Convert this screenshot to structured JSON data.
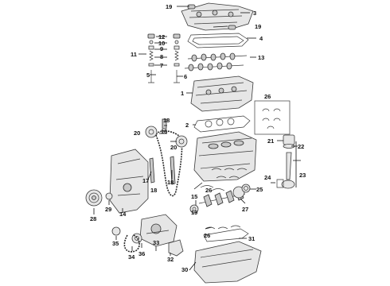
{
  "callouts": {
    "c1": "1",
    "c1b": "1",
    "c2": "2",
    "c3": "3",
    "c4": "4",
    "c5": "5",
    "c6": "6",
    "c7": "7",
    "c8": "8",
    "c9": "9",
    "c10": "10",
    "c11": "11",
    "c12": "12",
    "c13": "13",
    "c14": "14",
    "c15": "15",
    "c16": "16",
    "c17": "17",
    "c18": "18",
    "c18b": "18",
    "c19": "19",
    "c19b": "19",
    "c20": "20",
    "c20b": "20",
    "c21": "21",
    "c22": "22",
    "c23": "23",
    "c24": "24",
    "c25": "25",
    "c26": "26",
    "c26b": "26",
    "c26c": "26",
    "c27": "27",
    "c28": "28",
    "c29": "29",
    "c30": "30",
    "c31": "31",
    "c32": "32",
    "c33": "33",
    "c34": "34",
    "c35": "35",
    "c36": "36"
  }
}
